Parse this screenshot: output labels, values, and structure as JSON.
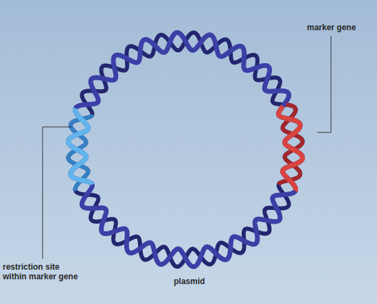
{
  "diagram": {
    "labels": [
      "marker gene",
      "restriction site within marker gene",
      "plasmid"
    ]
  }
}
